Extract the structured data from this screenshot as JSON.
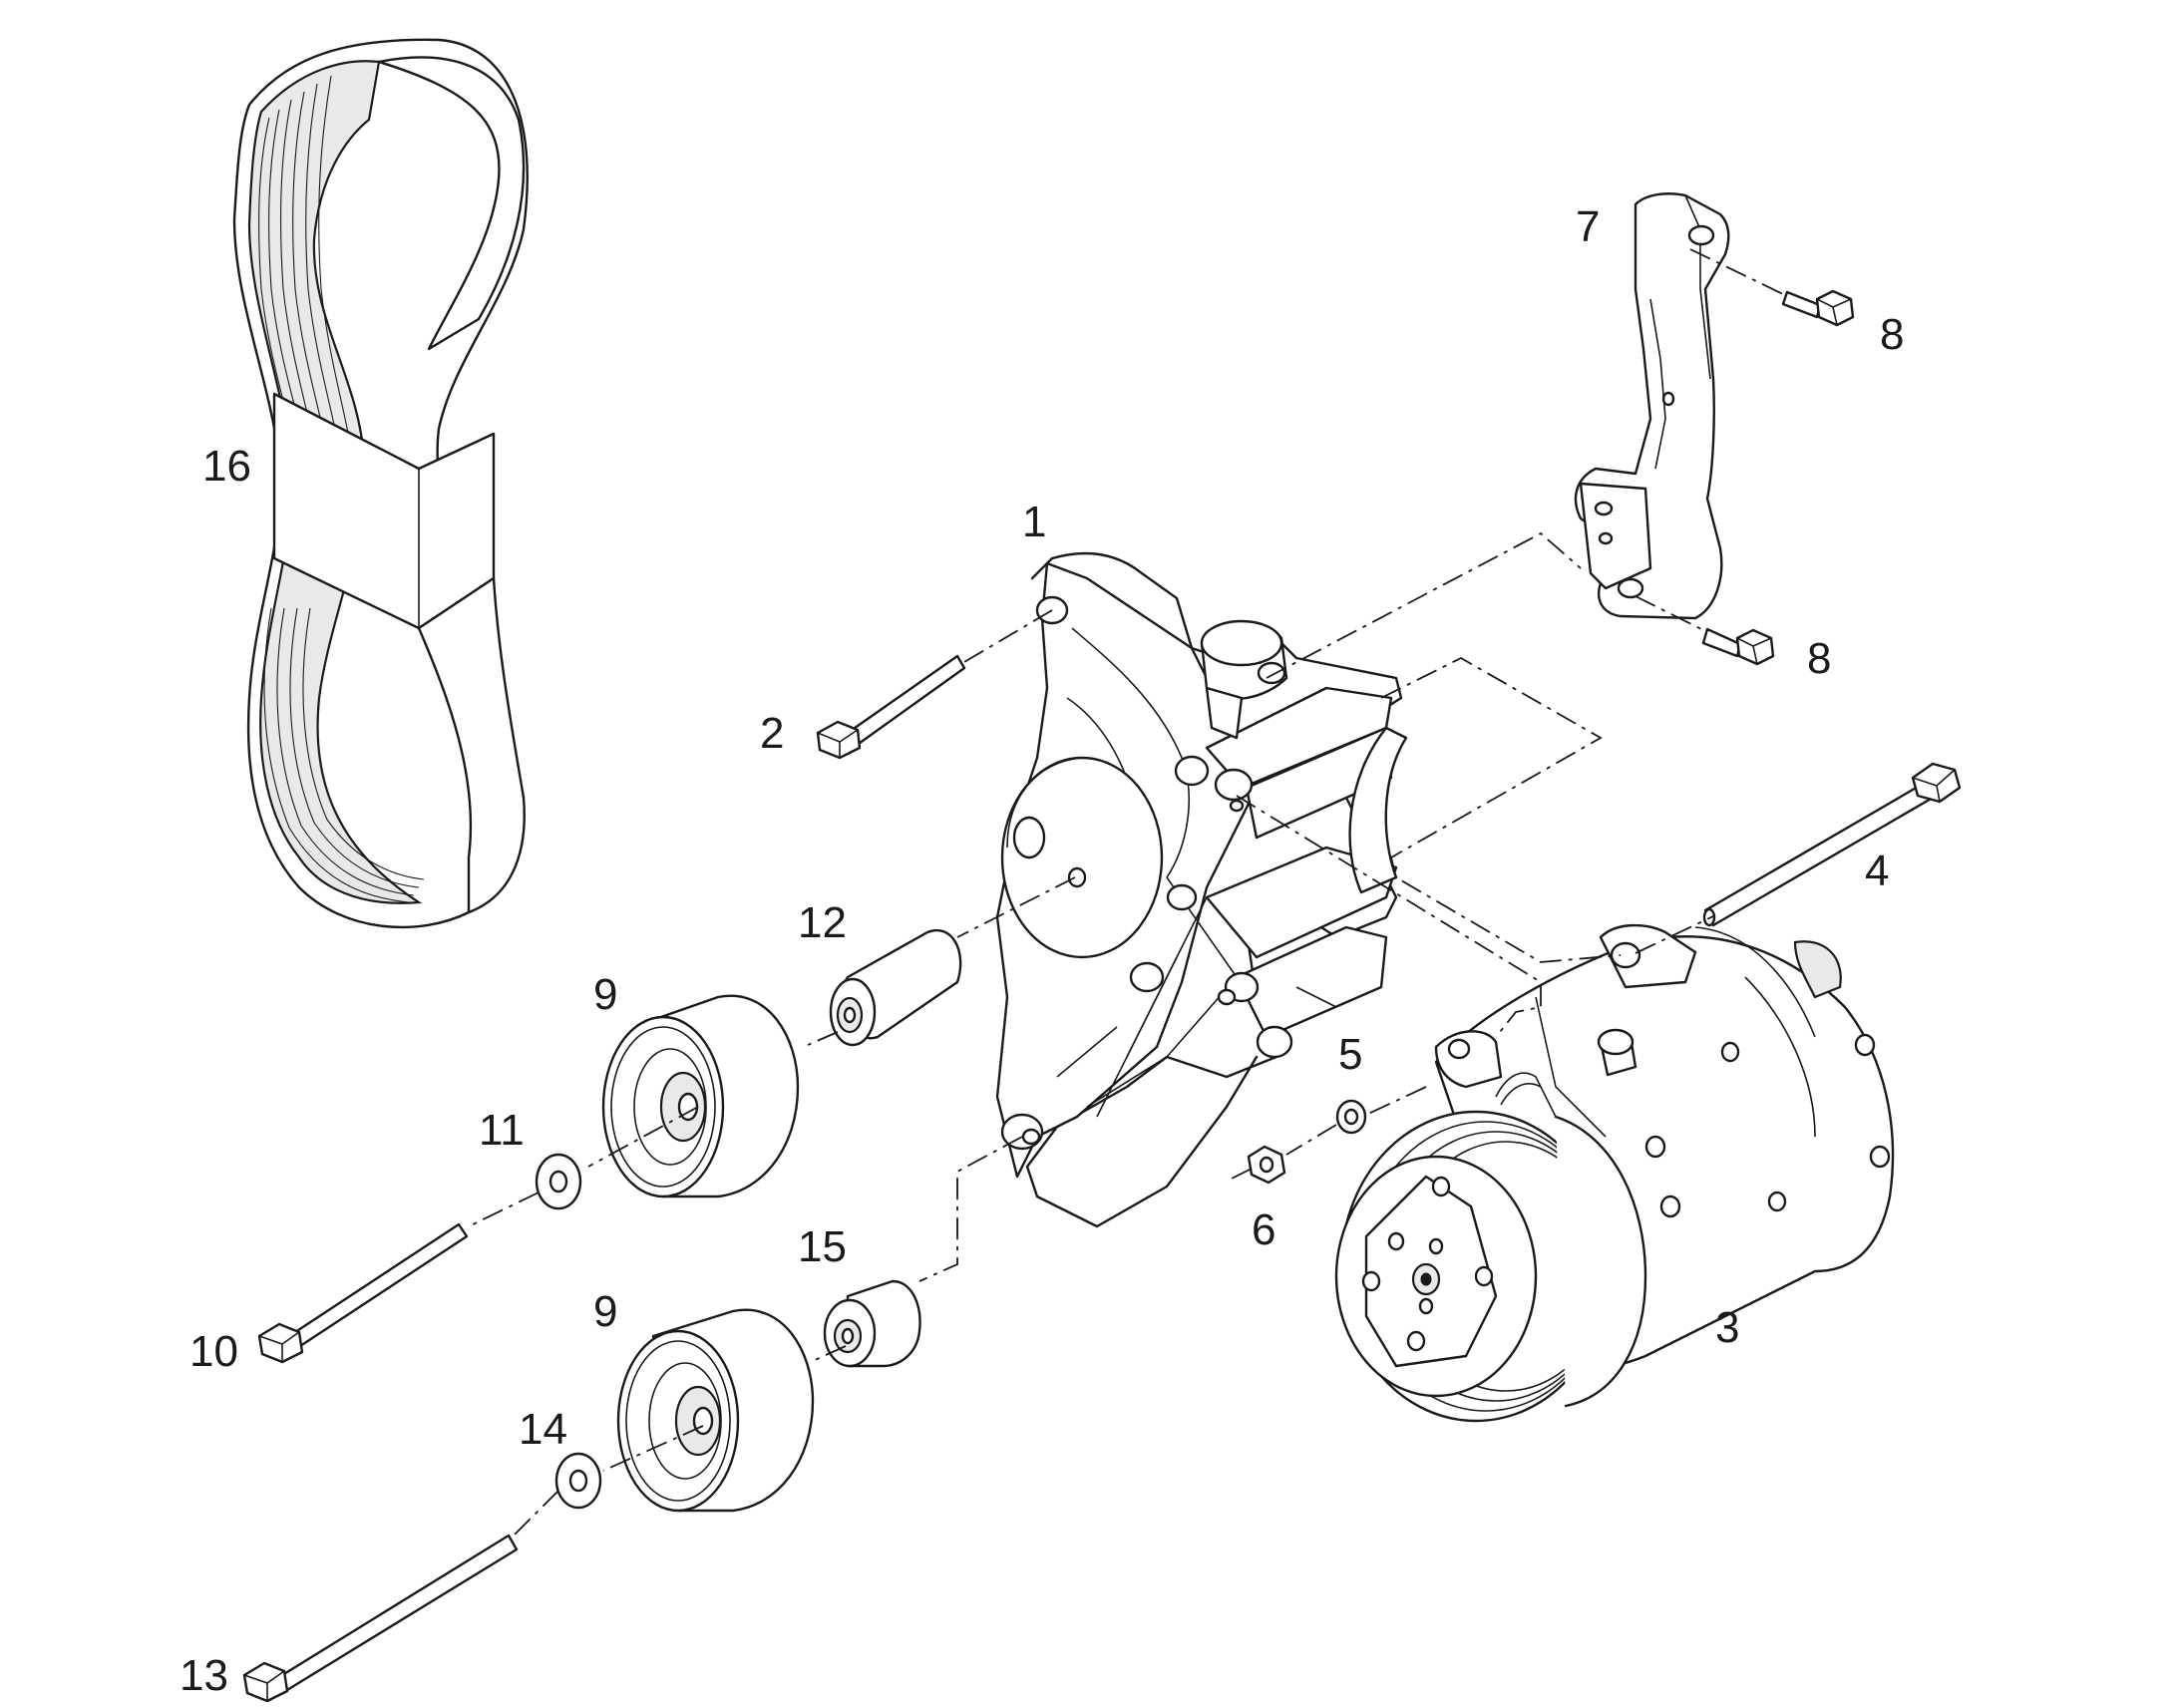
{
  "diagram": {
    "callouts": [
      {
        "id": "c1",
        "text": "1"
      },
      {
        "id": "c2",
        "text": "2"
      },
      {
        "id": "c3",
        "text": "3"
      },
      {
        "id": "c4",
        "text": "4"
      },
      {
        "id": "c5",
        "text": "5"
      },
      {
        "id": "c6",
        "text": "6"
      },
      {
        "id": "c7",
        "text": "7"
      },
      {
        "id": "c8a",
        "text": "8"
      },
      {
        "id": "c8b",
        "text": "8"
      },
      {
        "id": "c9a",
        "text": "9"
      },
      {
        "id": "c9b",
        "text": "9"
      },
      {
        "id": "c10",
        "text": "10"
      },
      {
        "id": "c11",
        "text": "11"
      },
      {
        "id": "c12",
        "text": "12"
      },
      {
        "id": "c13",
        "text": "13"
      },
      {
        "id": "c14",
        "text": "14"
      },
      {
        "id": "c15",
        "text": "15"
      },
      {
        "id": "c16",
        "text": "16"
      }
    ]
  }
}
